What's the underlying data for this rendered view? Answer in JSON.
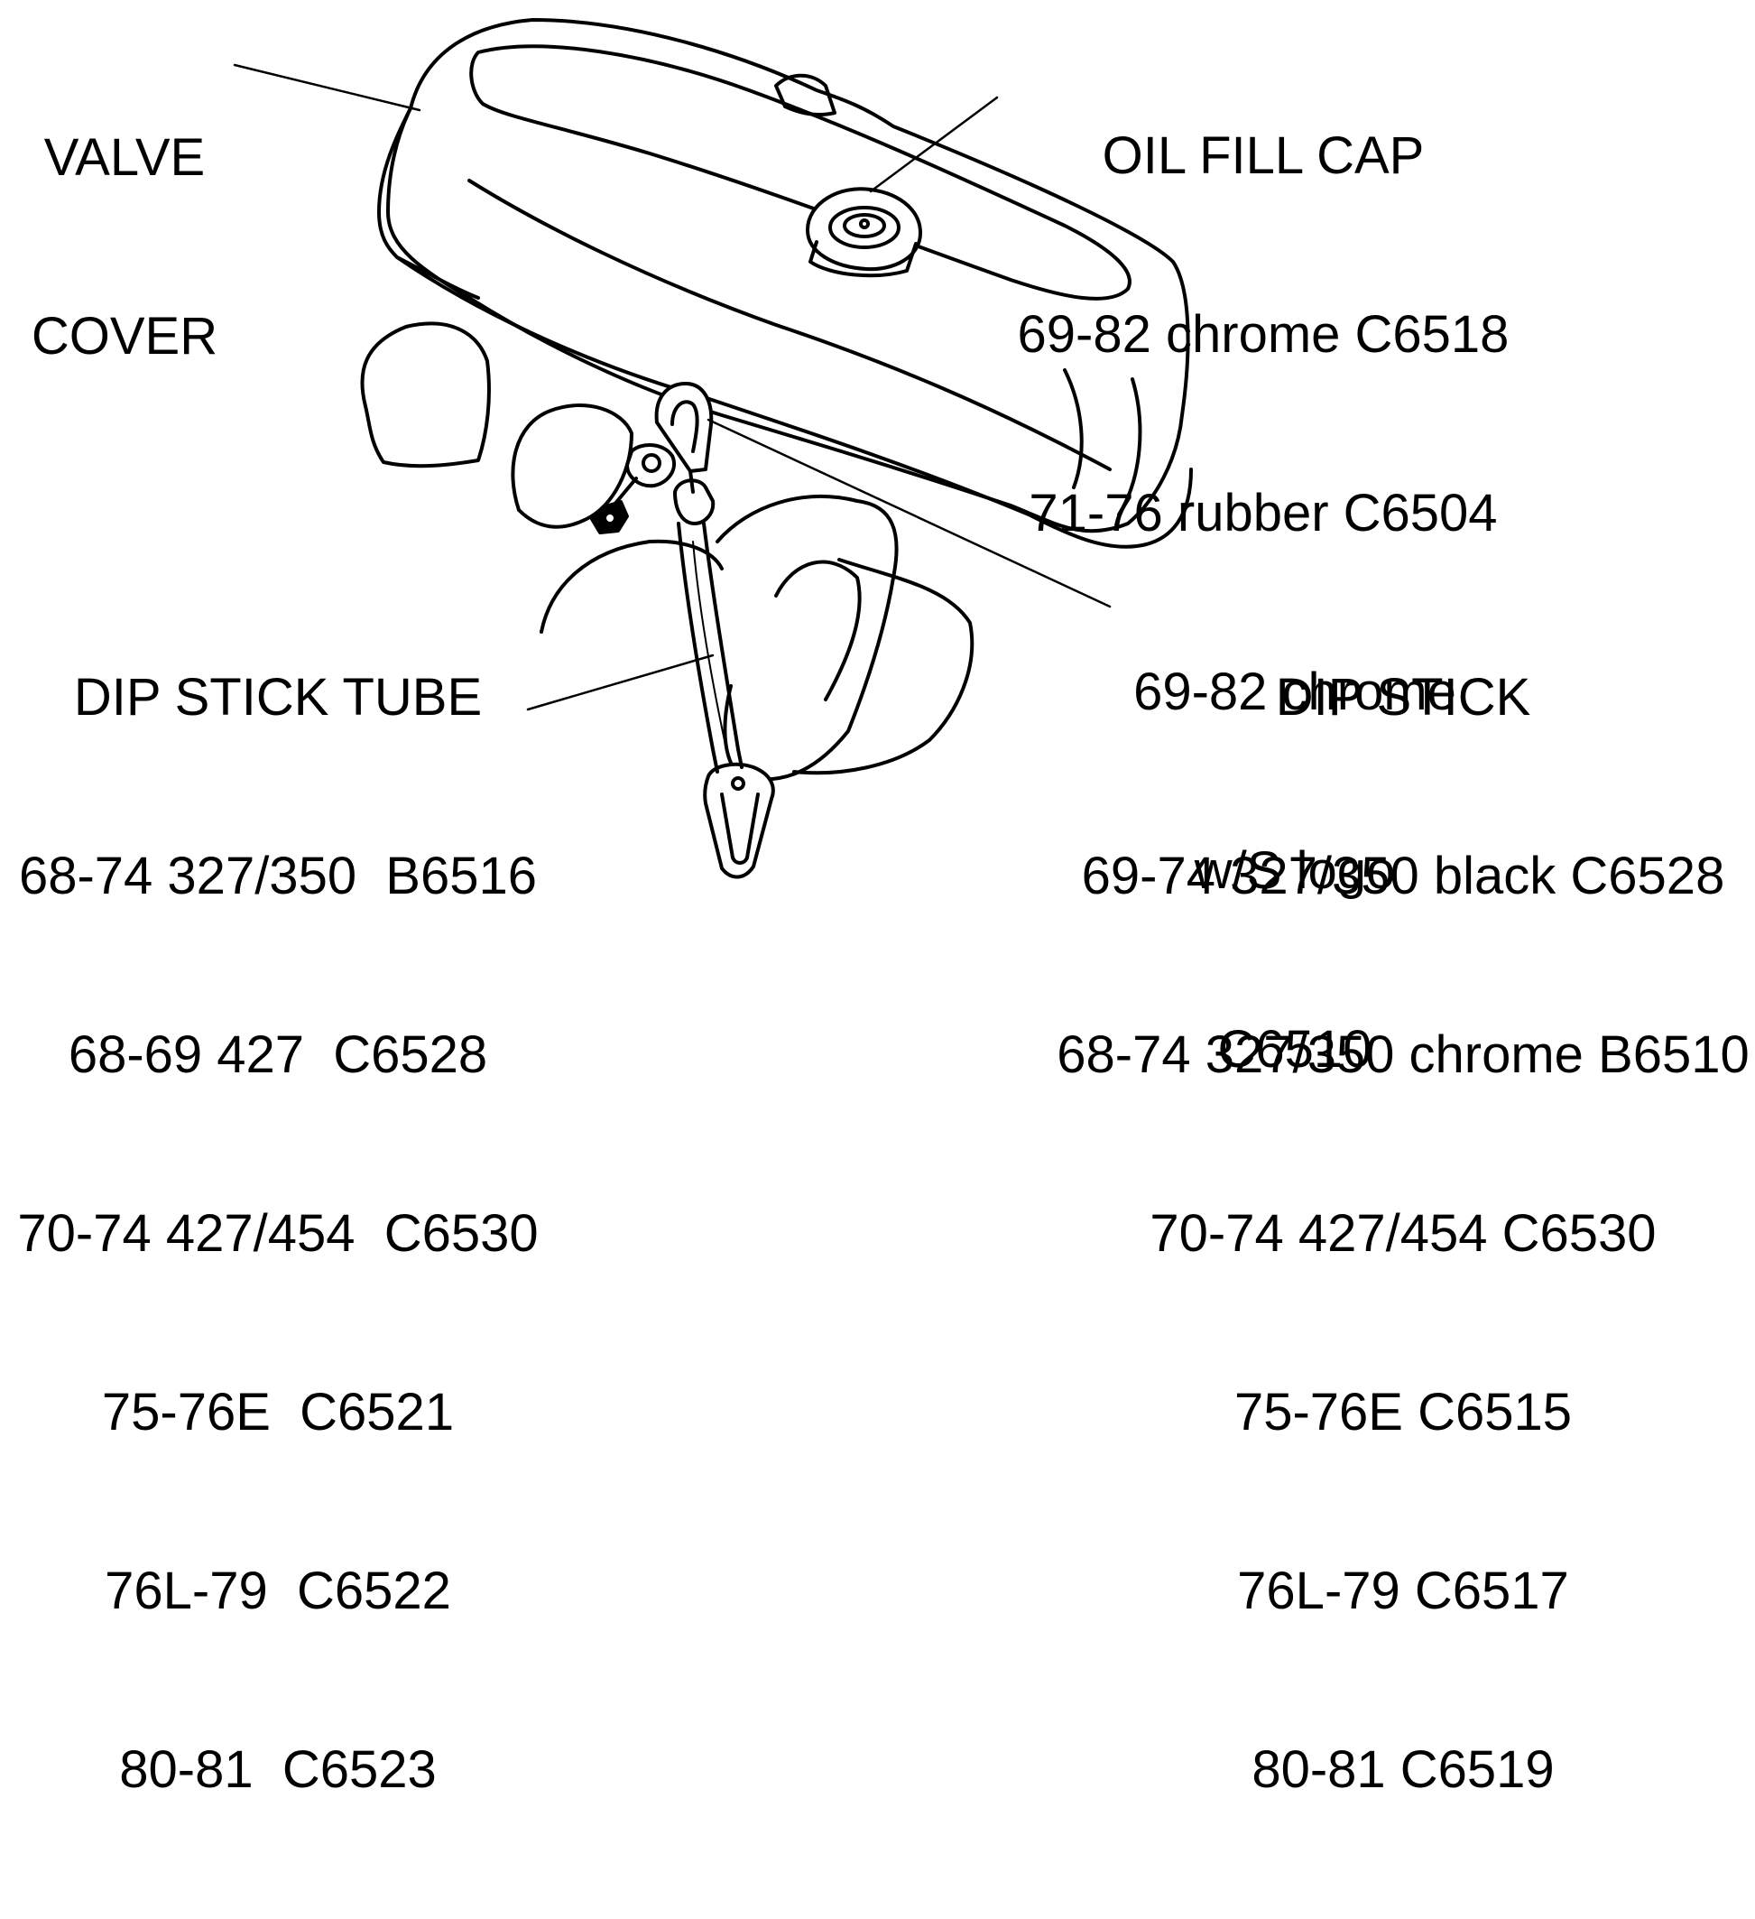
{
  "callouts": {
    "valve_cover": {
      "lines": [
        "VALVE",
        "COVER"
      ]
    },
    "oil_fill_cap": {
      "title": "OIL FILL CAP",
      "lines": [
        "69-82 chrome C6518",
        "71-76 rubber C6504",
        "69-82 chrome",
        "w/S logo",
        "C6510"
      ]
    },
    "dip_stick_tube": {
      "title": "DIP STICK TUBE",
      "lines": [
        "68-74 327/350  B6516",
        "68-69 427  C6528",
        "70-74 427/454  C6530",
        "75-76E  C6521",
        "76L-79  C6522",
        "80-81  C6523"
      ]
    },
    "dip_stick": {
      "title": "DIP STICK",
      "lines": [
        "69-74 327/350 black C6528",
        "68-74 327/350 chrome B6510",
        "70-74 427/454 C6530",
        "75-76E C6515",
        "76L-79 C6517",
        "80-81 C6519"
      ]
    }
  }
}
